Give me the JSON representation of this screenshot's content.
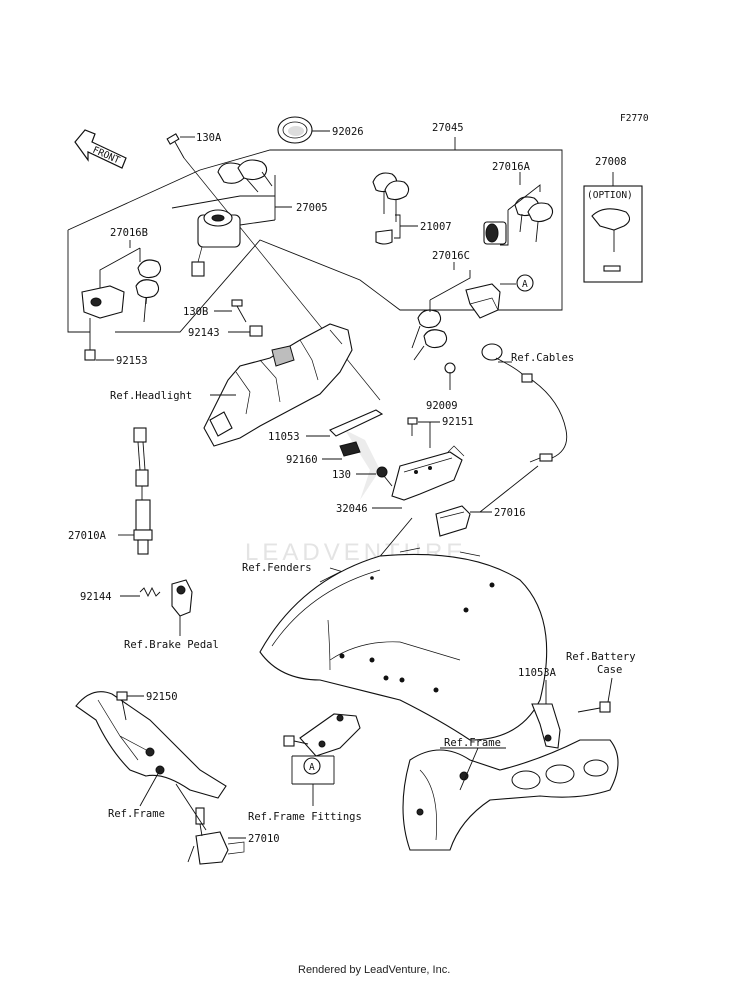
{
  "figure_id": "F2770",
  "front_label": "FRONT",
  "watermark": "LEADVENTURE",
  "footer": "Rendered by LeadVenture, Inc.",
  "option_label": "(OPTION)",
  "labels": {
    "p130A": "130A",
    "p92026": "92026",
    "p27045": "27045",
    "p27008": "27008",
    "p27005": "27005",
    "p27016A": "27016A",
    "p21007": "21007",
    "p27016B": "27016B",
    "p27016C": "27016C",
    "p130B": "130B",
    "p92143": "92143",
    "p92153": "92153",
    "refHeadlight": "Ref.Headlight",
    "refCables": "Ref.Cables",
    "p92009": "92009",
    "p92151": "92151",
    "p11053": "11053",
    "p92160": "92160",
    "p130": "130",
    "p32046": "32046",
    "p27016": "27016",
    "p27010A": "27010A",
    "refFenders": "Ref.Fenders",
    "p92144": "92144",
    "refBrakePedal": "Ref.Brake Pedal",
    "refBatteryCase1": "Ref.Battery",
    "refBatteryCase2": "Case",
    "p11053A": "11053A",
    "p92150": "92150",
    "refFrame1": "Ref.Frame",
    "refFrame2": "Ref.Frame",
    "refFrameFittings": "Ref.Frame Fittings",
    "p27010": "27010",
    "refA1": "A",
    "refA2": "A"
  }
}
